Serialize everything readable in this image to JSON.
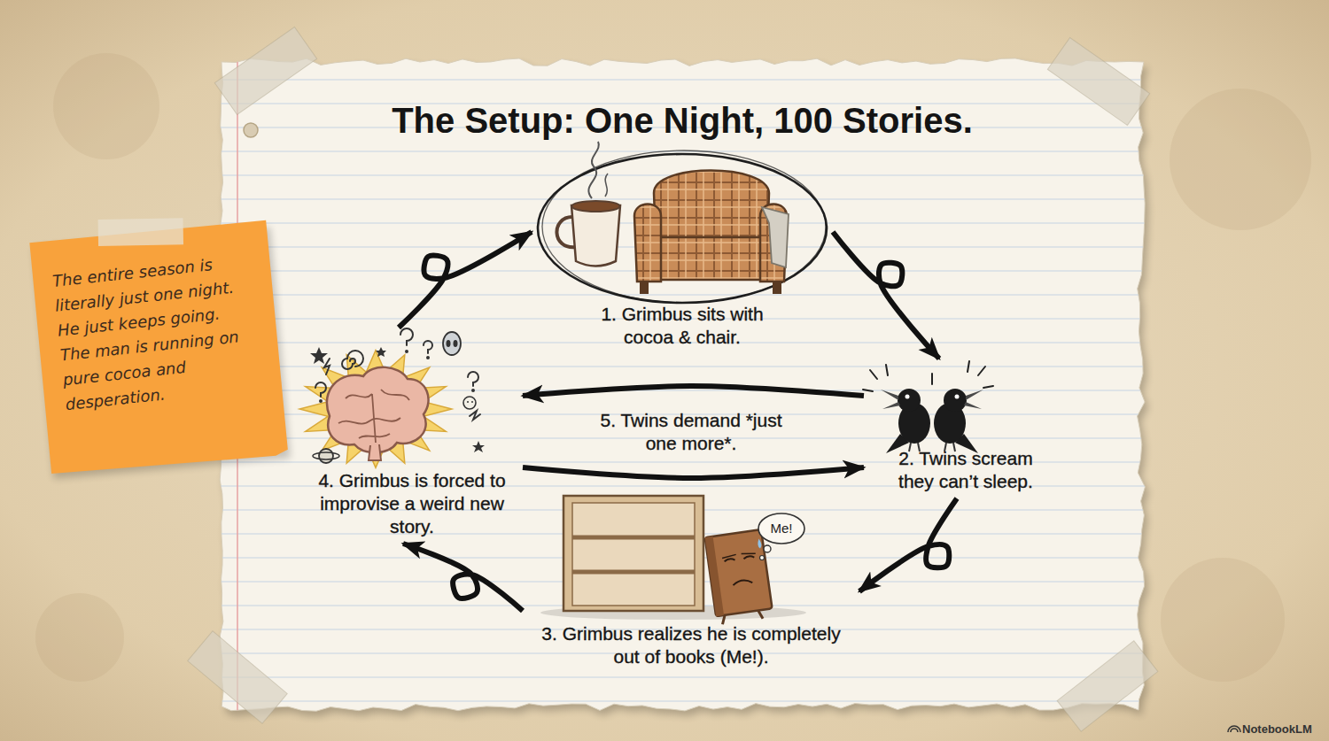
{
  "diagram": {
    "title": "The Setup: One Night, 100 Stories.",
    "nodes": [
      {
        "text": [
          "1. Grimbus sits with cocoa & chair."
        ]
      },
      {
        "text": [
          "2. Twins scream they can’t sleep."
        ]
      },
      {
        "text": [
          "3. Grimbus realizes he is completely out of books (Me!)."
        ]
      },
      {
        "text": [
          "4. Grimbus is forced to improvise a weird new story."
        ]
      }
    ],
    "edges": [
      {
        "from": 0,
        "to": 1,
        "arrow": "to"
      },
      {
        "from": 1,
        "to": 2,
        "arrow": "to"
      },
      {
        "from": 2,
        "to": 3,
        "arrow": "to"
      },
      {
        "from": 3,
        "to": 0,
        "arrow": "to"
      },
      {
        "from": 1,
        "to": 3,
        "label": "5. Twins demand *just one more*.",
        "arrow": "to"
      },
      {
        "from": 3,
        "to": 1,
        "arrow": "to"
      }
    ],
    "labels": [
      "The entire season is literally just one night. He just keeps going. The man is running on pure cocoa and desperation.",
      "Me!",
      "NotebookLM"
    ]
  }
}
